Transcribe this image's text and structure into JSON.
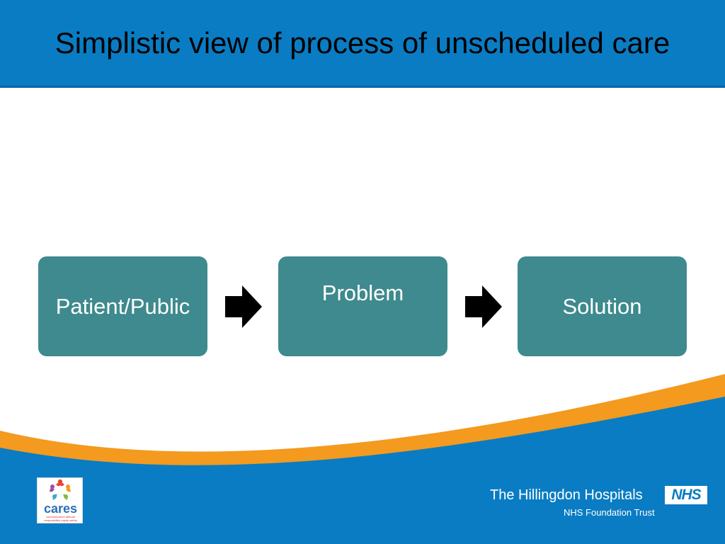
{
  "slide": {
    "title": "Simplistic view of process of unscheduled care"
  },
  "flow": {
    "steps": [
      {
        "label": "Patient/Public"
      },
      {
        "label": "Problem"
      },
      {
        "label": "Solution"
      }
    ]
  },
  "footer": {
    "logo_text": "cares",
    "logo_tagline_1": "communication attitude",
    "logo_tagline_2": "responsibility equity safety",
    "org_name": "The Hillingdon Hospitals",
    "org_badge": "NHS",
    "org_subtitle": "NHS Foundation Trust"
  },
  "colors": {
    "header_blue": "#0a7cc3",
    "box_teal": "#3e8a8e",
    "swoosh_orange": "#f39a1f",
    "arrow": "#000000"
  }
}
